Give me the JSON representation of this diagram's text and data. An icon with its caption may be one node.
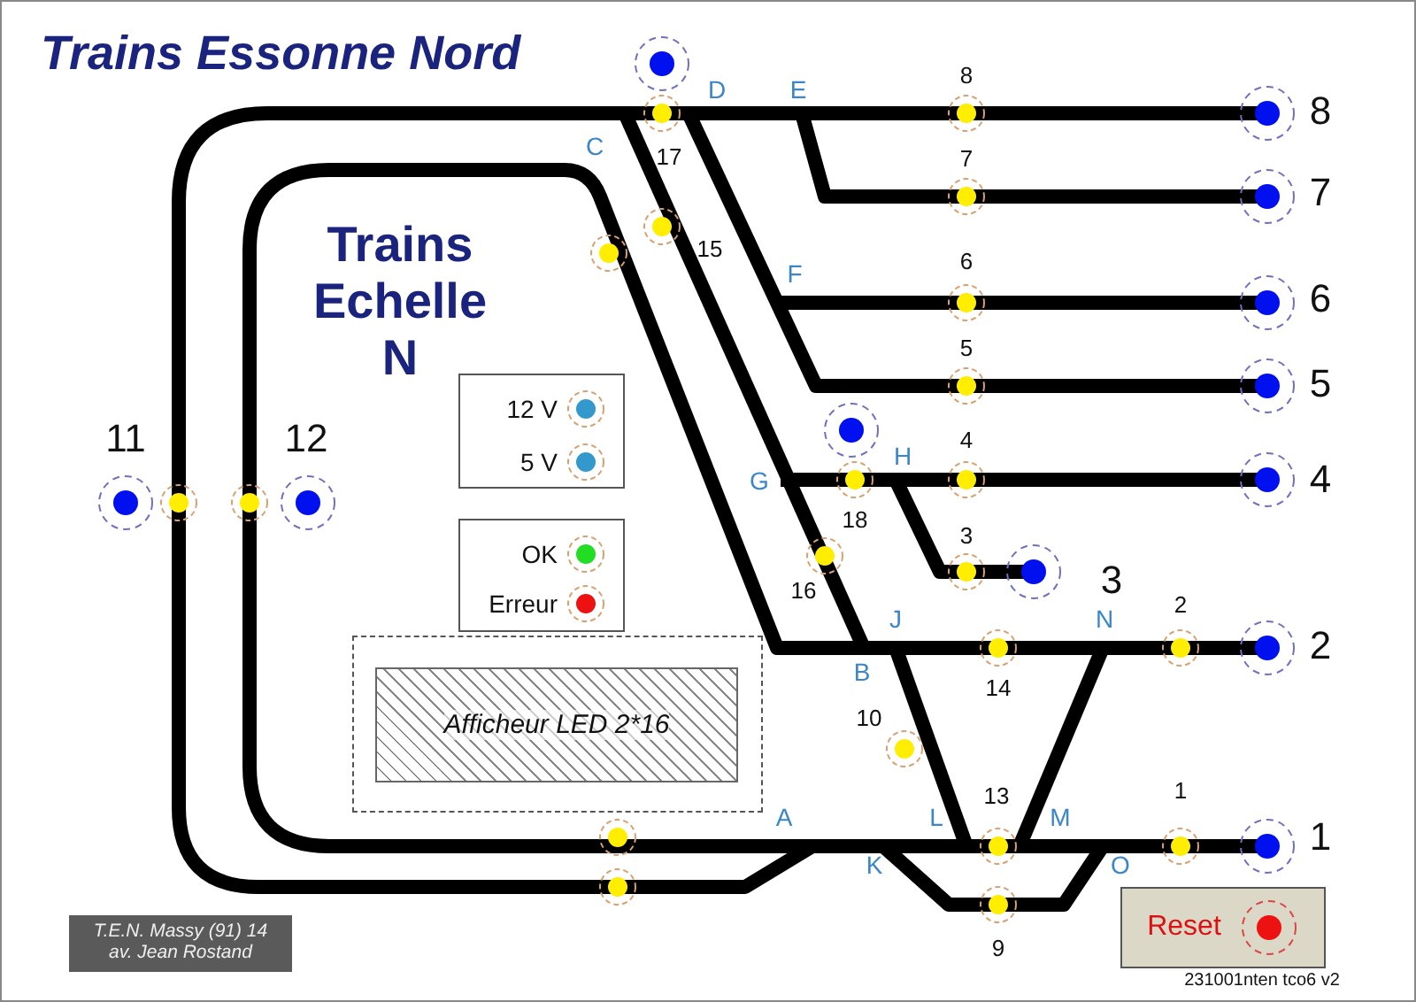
{
  "diagram": {
    "title": "Trains Essonne Nord",
    "nodes": [
      {
        "text": [
          "12 V",
          "5 V"
        ]
      },
      {
        "text": [
          "OK",
          "Erreur"
        ]
      },
      {
        "text": [],
        "shape": "box"
      },
      {
        "text": [
          "Afficheur LED 2*16"
        ],
        "in": 2
      },
      {
        "text": [
          "Reset"
        ]
      },
      {
        "text": [
          "T.E.N. Massy (91) 14 av. Jean Rostand"
        ]
      }
    ],
    "edges": [],
    "labels": [
      "Trains Echelle N",
      "D",
      "E",
      "8",
      "8",
      "C",
      "17",
      "7",
      "7",
      "15",
      "F",
      "6",
      "6",
      "5",
      "5",
      "11",
      "12",
      "H",
      "4",
      "G",
      "4",
      "18",
      "3",
      "16",
      "3",
      "J",
      "N",
      "2",
      "2",
      "B",
      "14",
      "10",
      "13",
      "1",
      "A",
      "L",
      "M",
      "1",
      "K",
      "O",
      "9",
      "231001nten tco6 v2"
    ]
  }
}
